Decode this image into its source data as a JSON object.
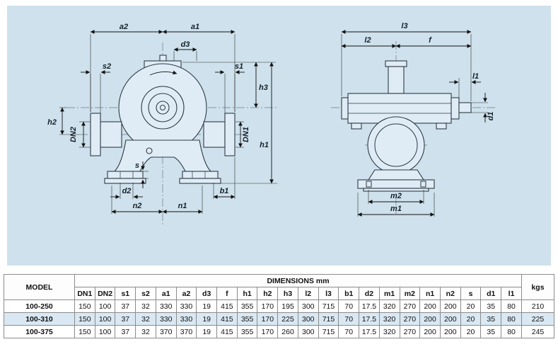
{
  "drawing": {
    "labels": {
      "a1": "a1",
      "a2": "a2",
      "d3": "d3",
      "s1": "s1",
      "s2": "s2",
      "h1": "h1",
      "h2": "h2",
      "h3": "h3",
      "dn1": "DN1",
      "dn2": "DN2",
      "s": "s",
      "d2": "d2",
      "b1": "b1",
      "n1": "n1",
      "n2": "n2",
      "l1": "l1",
      "l2": "l2",
      "l3": "l3",
      "f": "f",
      "d1": "d1",
      "m1": "m1",
      "m2": "m2"
    }
  },
  "table": {
    "headers": {
      "model": "MODEL",
      "dimensions": "DIMENSIONS mm",
      "kgs": "kgs"
    },
    "columns": [
      "DN1",
      "DN2",
      "s1",
      "s2",
      "a1",
      "a2",
      "d3",
      "f",
      "h1",
      "h2",
      "h3",
      "l2",
      "l3",
      "b1",
      "d2",
      "m1",
      "m2",
      "n1",
      "n2",
      "s",
      "d1",
      "l1"
    ],
    "rows": [
      {
        "model": "100-250",
        "values": [
          "150",
          "100",
          "37",
          "32",
          "330",
          "330",
          "19",
          "415",
          "355",
          "170",
          "195",
          "300",
          "715",
          "70",
          "17.5",
          "320",
          "270",
          "200",
          "200",
          "20",
          "35",
          "80"
        ],
        "kgs": "210",
        "highlight": false
      },
      {
        "model": "100-310",
        "values": [
          "150",
          "100",
          "37",
          "32",
          "330",
          "330",
          "19",
          "415",
          "355",
          "170",
          "225",
          "300",
          "715",
          "70",
          "17.5",
          "320",
          "270",
          "200",
          "200",
          "20",
          "35",
          "80"
        ],
        "kgs": "225",
        "highlight": true
      },
      {
        "model": "100-375",
        "values": [
          "150",
          "100",
          "37",
          "32",
          "370",
          "370",
          "19",
          "415",
          "355",
          "170",
          "260",
          "300",
          "715",
          "70",
          "17.5",
          "320",
          "270",
          "200",
          "200",
          "20",
          "35",
          "80"
        ],
        "kgs": "245",
        "highlight": false
      }
    ]
  },
  "colors": {
    "panel_bg": "#cee1ec",
    "row_highlight": "#d9e8f3",
    "line": "#2e3a44"
  }
}
